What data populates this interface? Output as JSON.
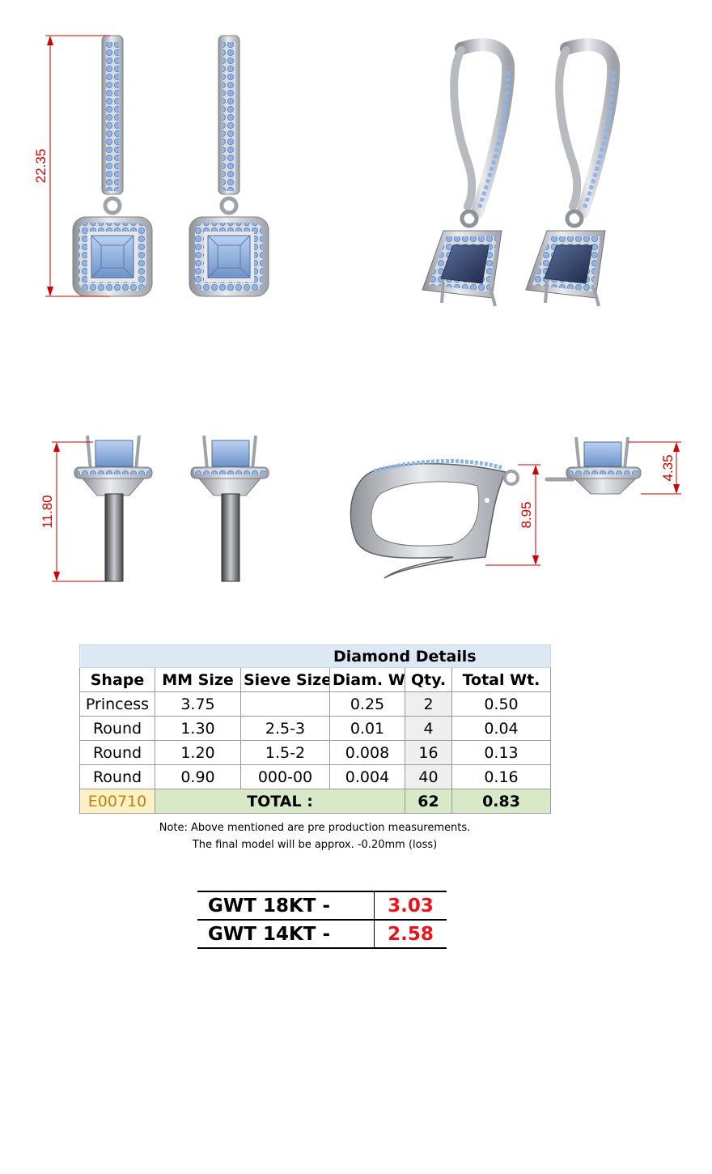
{
  "dimensions": {
    "total_height": "22.35",
    "side_height": "11.80",
    "lever_height": "8.95",
    "setting_height": "4.35"
  },
  "diamond_table": {
    "title": "Diamond Details",
    "headers": [
      "Shape",
      "MM Size",
      "Sieve Size",
      "Diam. Wt.",
      "Qty.",
      "Total Wt."
    ],
    "rows": [
      [
        "Princess",
        "3.75",
        "",
        "0.25",
        "2",
        "0.50"
      ],
      [
        "Round",
        "1.30",
        "2.5-3",
        "0.01",
        "4",
        "0.04"
      ],
      [
        "Round",
        "1.20",
        "1.5-2",
        "0.008",
        "16",
        "0.13"
      ],
      [
        "Round",
        "0.90",
        "000-00",
        "0.004",
        "40",
        "0.16"
      ]
    ],
    "total": {
      "code": "E00710",
      "label": "TOTAL :",
      "qty": "62",
      "weight": "0.83"
    }
  },
  "note": {
    "line1": "Note: Above mentioned are pre production measurements.",
    "line2": "The final model will be approx. -0.20mm (loss)"
  },
  "gwt": [
    {
      "label": "GWT 18KT  -",
      "value": "3.03"
    },
    {
      "label": "GWT 14KT  -",
      "value": "2.58"
    }
  ],
  "colors": {
    "dimension_red": "#cc0000",
    "weight_red": "#e8141c",
    "stone_blue": "#8fb4e8",
    "metal_gray": "#cfd2d6"
  }
}
